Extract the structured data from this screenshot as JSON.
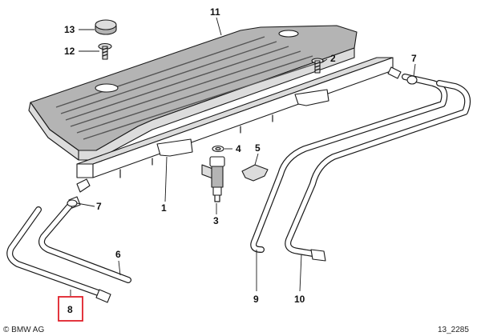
{
  "callouts": {
    "c1": "1",
    "c2": "2",
    "c3": "3",
    "c4": "4",
    "c5": "5",
    "c6": "6",
    "c7a": "7",
    "c7b": "7",
    "c8": "8",
    "c9": "9",
    "c10": "10",
    "c11": "11",
    "c12": "12",
    "c13": "13"
  },
  "footer": {
    "copyright": "© BMW AG",
    "diagram_id": "13_2285"
  },
  "colors": {
    "highlight": "#e0202a",
    "line": "#1a1a1a",
    "cover_fill": "#b4b4b4"
  }
}
